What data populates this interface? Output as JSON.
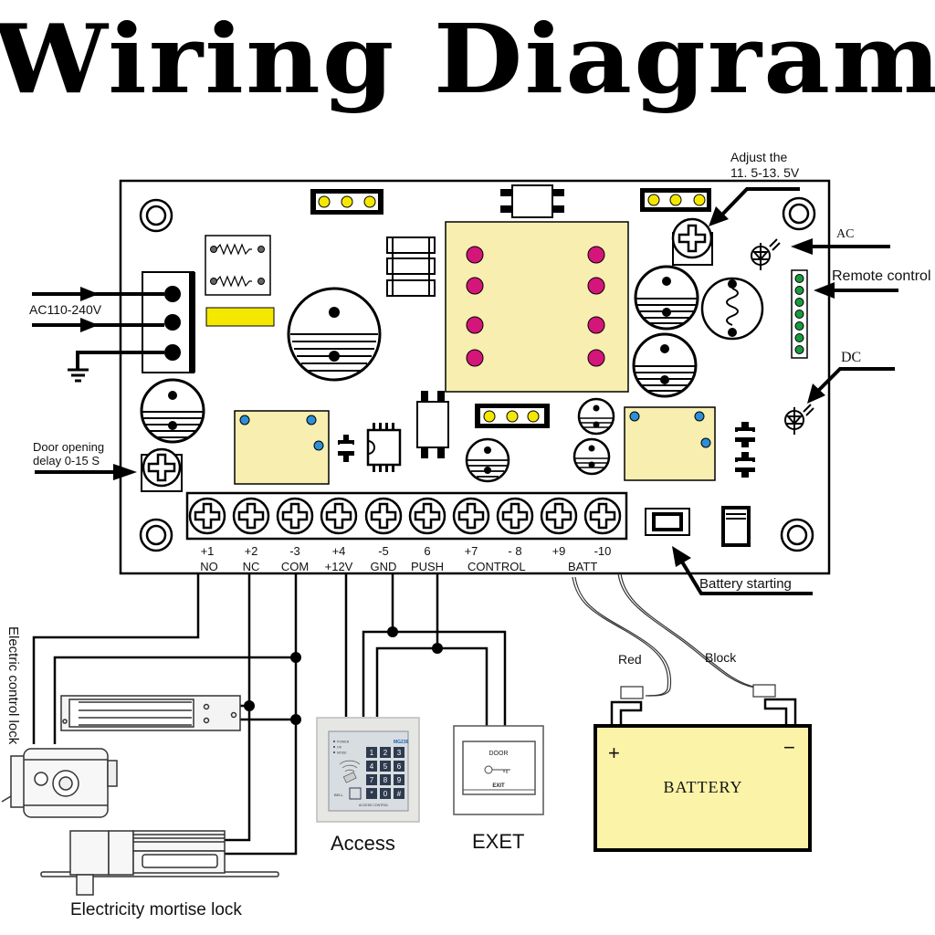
{
  "title": "Wiring Diagram",
  "annotations": {
    "adjust_line1": "Adjust the",
    "adjust_line2": "11. 5-13. 5V",
    "ac": "AC",
    "remote_control": "Remote control",
    "dc": "DC",
    "ac_input": "AC110-240V",
    "door_delay_line1": "Door opening",
    "door_delay_line2": "delay 0-15 S",
    "battery_starting": "Battery starting"
  },
  "terminals": [
    {
      "number": "+1",
      "name": "NO"
    },
    {
      "number": "+2",
      "name": "NC"
    },
    {
      "number": "-3",
      "name": "COM"
    },
    {
      "number": "+4",
      "name": "+12V"
    },
    {
      "number": "-5",
      "name": "GND"
    },
    {
      "number": "6",
      "name": "PUSH"
    },
    {
      "number": "+7",
      "name": ""
    },
    {
      "number": "- 8",
      "name": ""
    },
    {
      "number": "+9",
      "name": ""
    },
    {
      "number": "-10",
      "name": ""
    }
  ],
  "terminal_group_labels": {
    "control": "CONTROL",
    "batt": "BATT"
  },
  "devices": {
    "electric_control_lock": "Electric control lock",
    "mortise_lock": "Electricity mortise lock",
    "access": "Access",
    "exit_button": "EXET",
    "exit_button_top": "DOOR",
    "exit_button_bottom": "EXIT",
    "keypad_model": "MG236",
    "keypad_footer": "ACCESS CONTROL",
    "keypad_bell": "BELL",
    "keypad_leds": [
      "POWER",
      "OK",
      "MODE"
    ],
    "keypad_keys": [
      "1",
      "2",
      "3",
      "4",
      "5",
      "6",
      "7",
      "8",
      "9",
      "*",
      "0",
      "#"
    ]
  },
  "battery": {
    "label": "BATTERY",
    "plus": "+",
    "minus": "−",
    "wire_red": "Red",
    "wire_black": "Block"
  },
  "colors": {
    "board_component": "#f7eeb0",
    "relay_pin": "#d4157a",
    "header_pin": "#f5e800",
    "led_green": "#1a9a40",
    "relay_dot": "#2c8fd8",
    "battery_fill": "#fbf3a8"
  }
}
